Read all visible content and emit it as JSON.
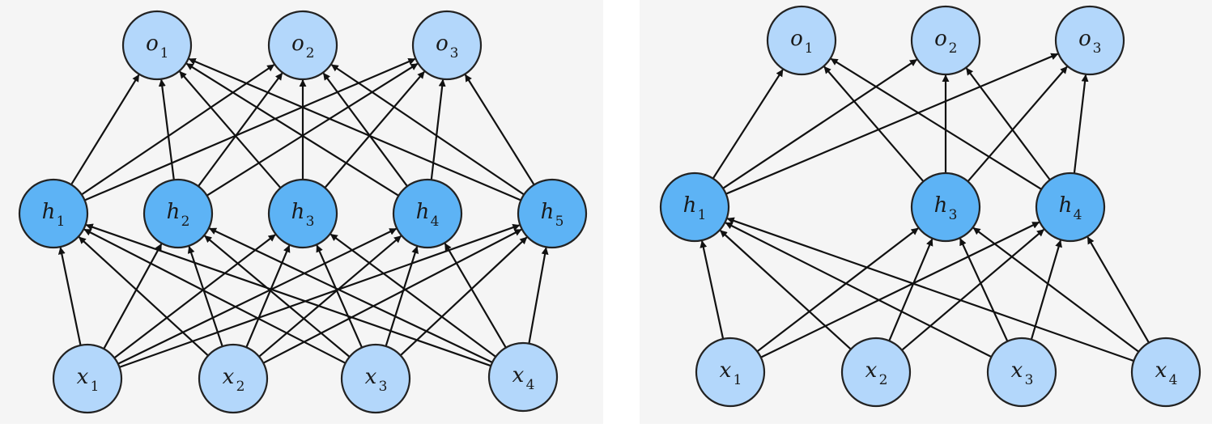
{
  "colors": {
    "input_fill": "#b3d7fb",
    "hidden_fill": "#5db3f5",
    "output_fill": "#b3d7fb",
    "stroke": "#222222",
    "edge": "#111111"
  },
  "diagrams": [
    {
      "id": "full-mlp",
      "inputs": [
        {
          "id": "x1",
          "base": "x",
          "sub": "1"
        },
        {
          "id": "x2",
          "base": "x",
          "sub": "2"
        },
        {
          "id": "x3",
          "base": "x",
          "sub": "3"
        },
        {
          "id": "x4",
          "base": "x",
          "sub": "4"
        }
      ],
      "hidden": [
        {
          "id": "h1",
          "base": "h",
          "sub": "1"
        },
        {
          "id": "h2",
          "base": "h",
          "sub": "2"
        },
        {
          "id": "h3",
          "base": "h",
          "sub": "3"
        },
        {
          "id": "h4",
          "base": "h",
          "sub": "4"
        },
        {
          "id": "h5",
          "base": "h",
          "sub": "5"
        }
      ],
      "outputs": [
        {
          "id": "o1",
          "base": "o",
          "sub": "1"
        },
        {
          "id": "o2",
          "base": "o",
          "sub": "2"
        },
        {
          "id": "o3",
          "base": "o",
          "sub": "3"
        }
      ],
      "edges": "full"
    },
    {
      "id": "dropout-mlp",
      "inputs": [
        {
          "id": "x1",
          "base": "x",
          "sub": "1"
        },
        {
          "id": "x2",
          "base": "x",
          "sub": "2"
        },
        {
          "id": "x3",
          "base": "x",
          "sub": "3"
        },
        {
          "id": "x4",
          "base": "x",
          "sub": "4"
        }
      ],
      "hidden": [
        {
          "id": "h1",
          "base": "h",
          "sub": "1"
        },
        {
          "id": "h3",
          "base": "h",
          "sub": "3"
        },
        {
          "id": "h4",
          "base": "h",
          "sub": "4"
        }
      ],
      "outputs": [
        {
          "id": "o1",
          "base": "o",
          "sub": "1"
        },
        {
          "id": "o2",
          "base": "o",
          "sub": "2"
        },
        {
          "id": "o3",
          "base": "o",
          "sub": "3"
        }
      ],
      "edges": "full"
    }
  ]
}
